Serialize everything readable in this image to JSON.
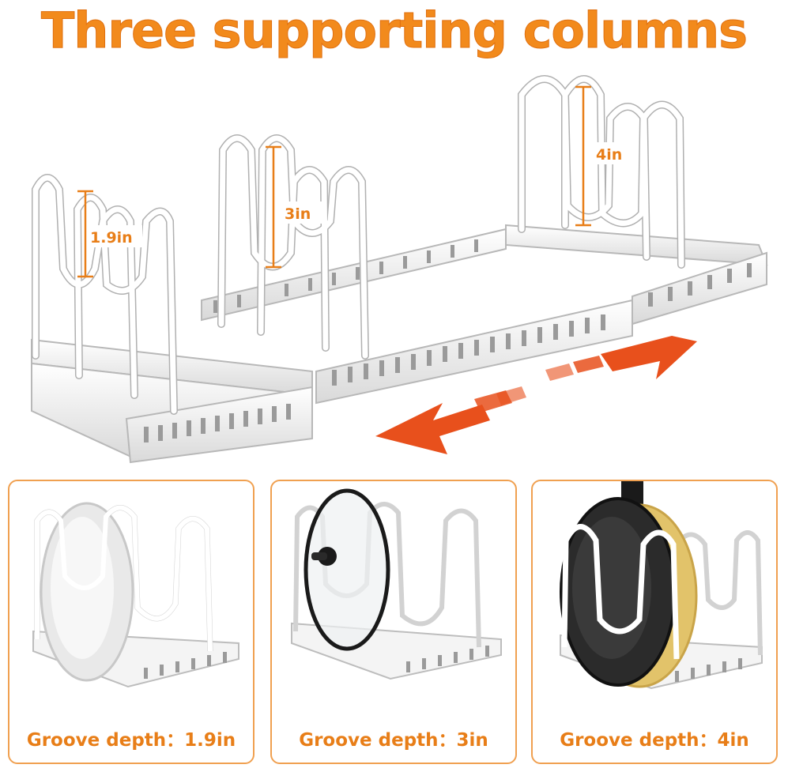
{
  "title": "Three supporting columns",
  "hero": {
    "dimensions": [
      "1.9in",
      "3in",
      "4in"
    ],
    "accent": "#e8501c"
  },
  "panels": [
    {
      "caption": "Groove depth：1.9in",
      "item": "plate"
    },
    {
      "caption": "Groove depth：3in",
      "item": "glass-lid"
    },
    {
      "caption": "Groove depth：4in",
      "item": "frying-pan"
    }
  ],
  "colors": {
    "title": "#f28a1c",
    "border": "#f0a050",
    "rack": "#ffffff",
    "arrow": "#e8501c"
  }
}
